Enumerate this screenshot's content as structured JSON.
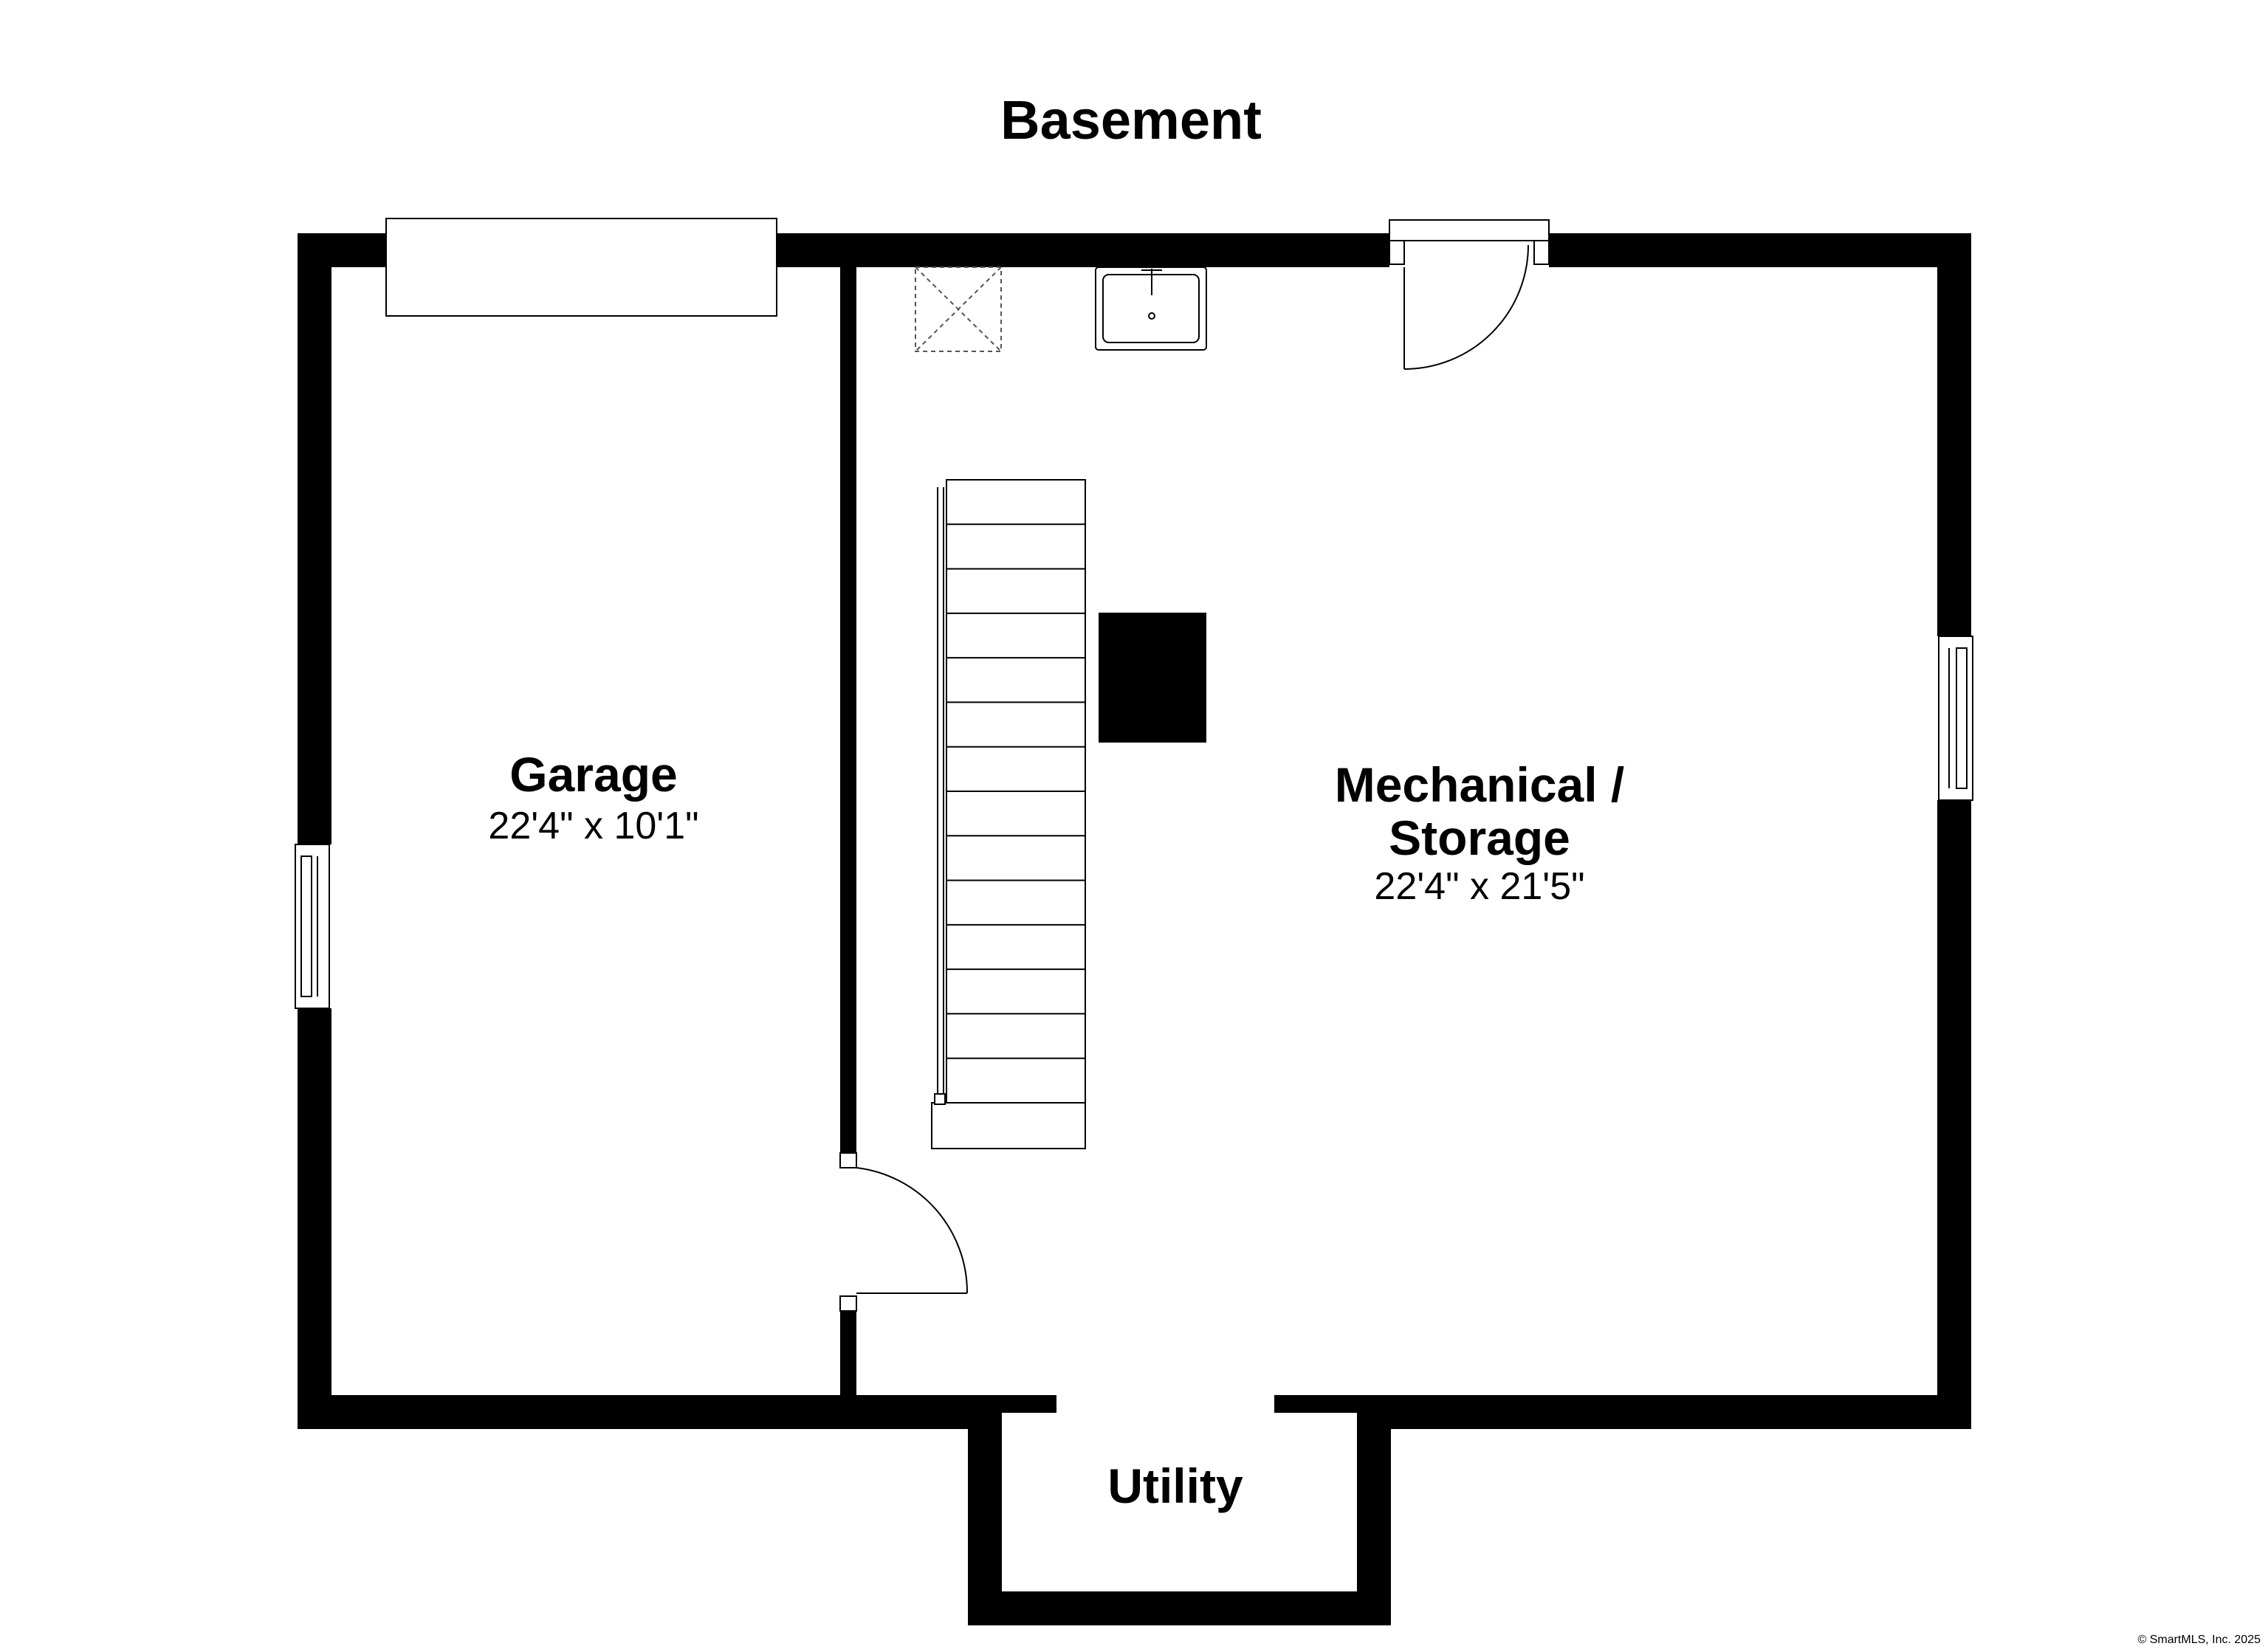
{
  "plan": {
    "title": "Basement",
    "rooms": [
      {
        "name": "Garage",
        "dimensions": "22'4\" x 10'1\""
      },
      {
        "name_line1": "Mechanical /",
        "name_line2": "Storage",
        "dimensions": "22'4\" x 21'5\""
      },
      {
        "name": "Utility"
      }
    ],
    "footer_credit": "© SmartMLS, Inc. 2025"
  },
  "colors": {
    "wall": "#000000",
    "background": "#ffffff",
    "dashed_fixture": "#555555"
  },
  "icons": [
    "window-icon",
    "door-swing-icon",
    "sink-icon",
    "stairs-icon",
    "chimney-icon",
    "floor-drain-icon"
  ]
}
